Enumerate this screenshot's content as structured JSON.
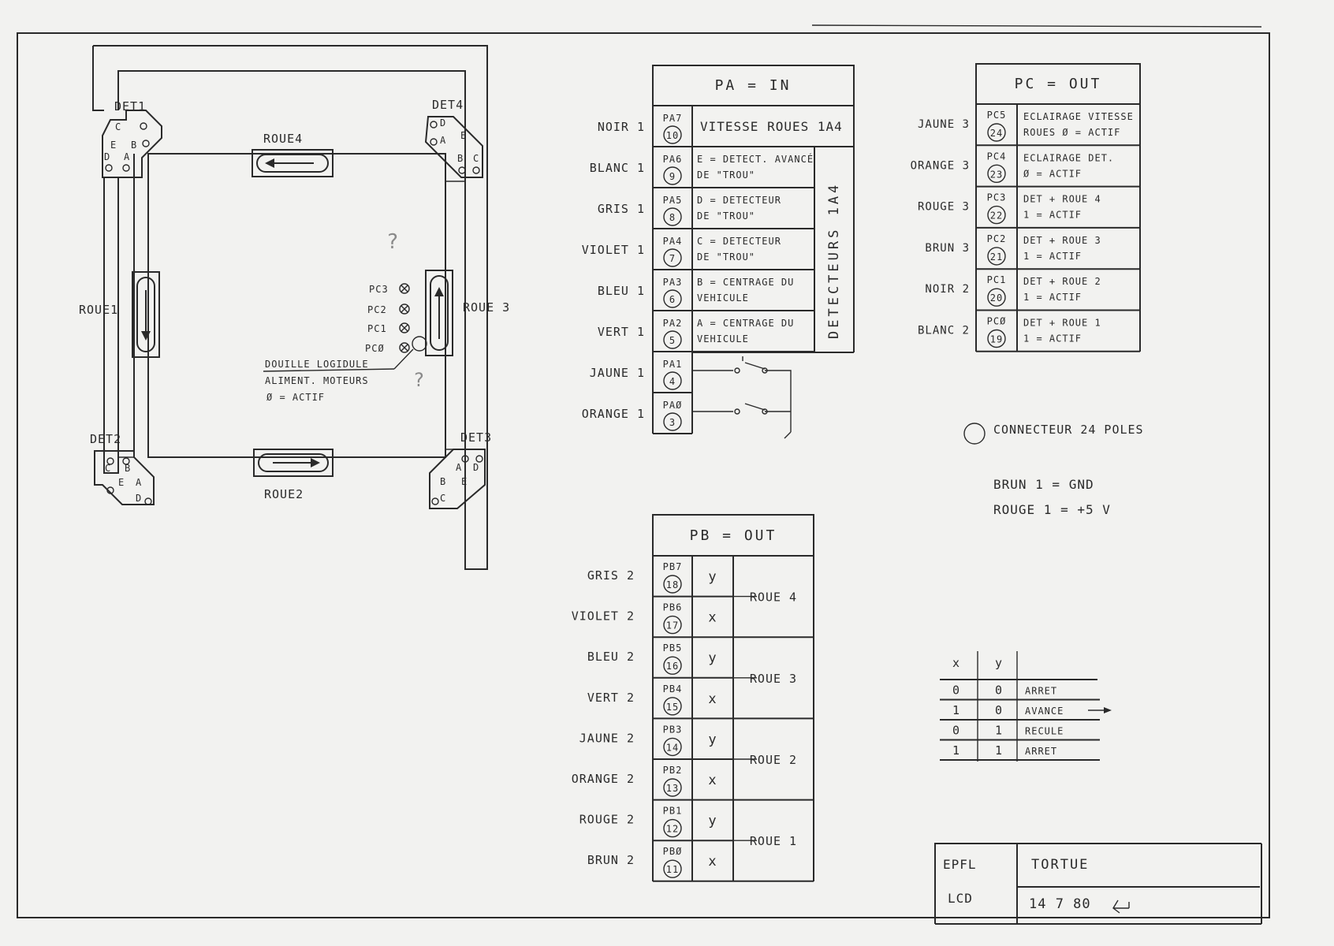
{
  "robot": {
    "det1": "DET1",
    "det2": "DET2",
    "det3": "DET3",
    "det4": "DET4",
    "roue1": "ROUE1",
    "roue2": "ROUE2",
    "roue3": "ROUE 3",
    "roue4": "ROUE4",
    "det1_pins": [
      "C",
      "E",
      "B",
      "D",
      "A"
    ],
    "det2_pins": [
      "C",
      "B",
      "E",
      "A",
      "D"
    ],
    "det3_pins": [
      "A",
      "D",
      "E",
      "B",
      "C"
    ],
    "det4_pins": [
      "D",
      "A",
      "E",
      "B",
      "C"
    ],
    "pc_labels": [
      "PC3",
      "PC2",
      "PC1",
      "PCØ"
    ],
    "question_mark": "?",
    "socket_note": [
      "DOUILLE LOGIDULE",
      "ALIMENT. MOTEURS",
      "Ø = ACTIF"
    ]
  },
  "pa": {
    "title": "PA = IN",
    "detectors_label": "DETECTEURS 1A4",
    "rows": [
      {
        "wire": "NOIR 1",
        "port": "PA7",
        "pin": "10",
        "desc": [
          "VITESSE ROUES 1A4"
        ]
      },
      {
        "wire": "BLANC 1",
        "port": "PA6",
        "pin": "9",
        "desc": [
          "E = DETECT. AVANCÉ",
          "DE \"TROU\""
        ]
      },
      {
        "wire": "GRIS 1",
        "port": "PA5",
        "pin": "8",
        "desc": [
          "D = DETECTEUR",
          "DE \"TROU\""
        ]
      },
      {
        "wire": "VIOLET 1",
        "port": "PA4",
        "pin": "7",
        "desc": [
          "C = DETECTEUR",
          "DE \"TROU\""
        ]
      },
      {
        "wire": "BLEU 1",
        "port": "PA3",
        "pin": "6",
        "desc": [
          "B = CENTRAGE DU",
          "VEHICULE"
        ]
      },
      {
        "wire": "VERT 1",
        "port": "PA2",
        "pin": "5",
        "desc": [
          "A = CENTRAGE DU",
          "VEHICULE"
        ]
      },
      {
        "wire": "JAUNE 1",
        "port": "PA1",
        "pin": "4",
        "desc": []
      },
      {
        "wire": "ORANGE 1",
        "port": "PAØ",
        "pin": "3",
        "desc": []
      }
    ]
  },
  "pc": {
    "title": "PC = OUT",
    "rows": [
      {
        "wire": "JAUNE 3",
        "port": "PC5",
        "pin": "24",
        "desc": [
          "ECLAIRAGE VITESSE",
          "ROUES Ø = ACTIF"
        ]
      },
      {
        "wire": "ORANGE 3",
        "port": "PC4",
        "pin": "23",
        "desc": [
          "ECLAIRAGE DET.",
          "Ø = ACTIF"
        ]
      },
      {
        "wire": "ROUGE 3",
        "port": "PC3",
        "pin": "22",
        "desc": [
          "DET + ROUE 4",
          "1 = ACTIF"
        ]
      },
      {
        "wire": "BRUN 3",
        "port": "PC2",
        "pin": "21",
        "desc": [
          "DET + ROUE 3",
          "1 = ACTIF"
        ]
      },
      {
        "wire": "NOIR 2",
        "port": "PC1",
        "pin": "20",
        "desc": [
          "DET + ROUE 2",
          "1 = ACTIF"
        ]
      },
      {
        "wire": "BLANC 2",
        "port": "PCØ",
        "pin": "19",
        "desc": [
          "DET + ROUE 1",
          "1 = ACTIF"
        ]
      }
    ]
  },
  "pb": {
    "title": "PB = OUT",
    "rows": [
      {
        "wire": "GRIS 2",
        "port": "PB7",
        "pin": "18",
        "bit": "y"
      },
      {
        "wire": "VIOLET 2",
        "port": "PB6",
        "pin": "17",
        "bit": "x"
      },
      {
        "wire": "BLEU 2",
        "port": "PB5",
        "pin": "16",
        "bit": "y"
      },
      {
        "wire": "VERT 2",
        "port": "PB4",
        "pin": "15",
        "bit": "x"
      },
      {
        "wire": "JAUNE 2",
        "port": "PB3",
        "pin": "14",
        "bit": "y"
      },
      {
        "wire": "ORANGE 2",
        "port": "PB2",
        "pin": "13",
        "bit": "x"
      },
      {
        "wire": "ROUGE 2",
        "port": "PB1",
        "pin": "12",
        "bit": "y"
      },
      {
        "wire": "BRUN 2",
        "port": "PBØ",
        "pin": "11",
        "bit": "x"
      }
    ],
    "groups": [
      "ROUE 4",
      "ROUE 3",
      "ROUE 2",
      "ROUE 1"
    ]
  },
  "legend": {
    "connector": "CONNECTEUR 24 POLES",
    "gnd": "BRUN 1 = GND",
    "vcc": "ROUGE 1 = +5 V"
  },
  "truth": {
    "headers": [
      "x",
      "y"
    ],
    "rows": [
      {
        "x": "0",
        "y": "0",
        "action": "ARRET"
      },
      {
        "x": "1",
        "y": "0",
        "action": "AVANCE"
      },
      {
        "x": "0",
        "y": "1",
        "action": "RECULE"
      },
      {
        "x": "1",
        "y": "1",
        "action": "ARRET"
      }
    ]
  },
  "title_block": {
    "org": "EPFL",
    "dept": "LCD",
    "title": "TORTUE",
    "date": "14 7 80"
  }
}
